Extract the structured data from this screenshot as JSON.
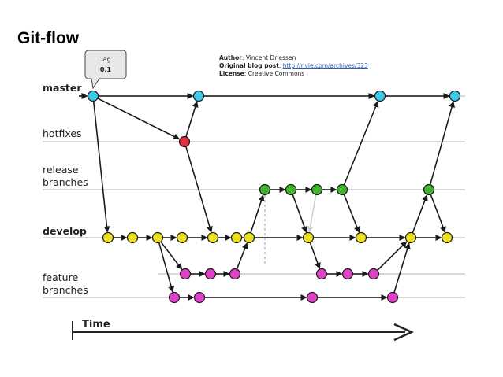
{
  "title": "Git-flow",
  "credits": {
    "author_label": "Author",
    "author_value": "Vincent Driessen",
    "post_label": "Original blog post",
    "post_value": "http://nvie.com/archives/323",
    "license_label": "License",
    "license_value": "Creative Commons"
  },
  "lanes": {
    "master": "master",
    "hotfixes": "hotfixes",
    "release_1": "release",
    "release_2": "branches",
    "develop": "develop",
    "feature_1": "feature",
    "feature_2": "branches"
  },
  "tag": {
    "label": "Tag",
    "version": "0.1"
  },
  "time_label": "Time",
  "colors": {
    "master": "#3ec7e6",
    "hotfix": "#e0303f",
    "release": "#3fb52a",
    "develop": "#ece01e",
    "feature": "#e040c8",
    "lane_line": "#d8d8d8",
    "arrow": "#1a1a1a"
  }
}
